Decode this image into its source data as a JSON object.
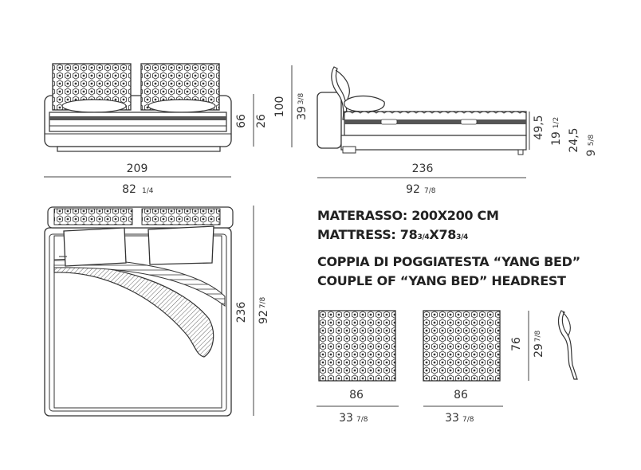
{
  "front_view": {
    "width_cm": "209",
    "width_in_whole": "82",
    "width_in_frac": "1/4",
    "height1_cm": "66",
    "height2_cm": "26"
  },
  "side_view": {
    "height_total_cm": "100",
    "height_total_in_whole": "39",
    "height_total_in_frac": "3/8",
    "depth_cm": "236",
    "depth_in_whole": "92",
    "depth_in_frac": "7/8",
    "mattress_top_cm": "49,5",
    "mattress_top_in_whole": "19",
    "mattress_top_in_frac": "1/2",
    "base_height_cm": "24,5",
    "base_height_in_whole": "9",
    "base_height_in_frac": "5/8"
  },
  "top_view": {
    "depth_cm": "236",
    "depth_in_whole": "92",
    "depth_in_frac": "7/8"
  },
  "mattress": {
    "line_it": "MATERASSO: 200X200 CM",
    "line_en_prefix": "MATTRESS: 78",
    "line_en_frac1": "3/4",
    "line_en_x": "X78",
    "line_en_frac2": "3/4"
  },
  "headrest": {
    "line_it": "COPPIA DI POGGIATESTA “YANG BED”",
    "line_en": "COUPLE OF “YANG BED” HEADREST",
    "width_cm_left": "86",
    "width_in_left_whole": "33",
    "width_in_left_frac": "7/8",
    "width_cm_right": "86",
    "width_in_right_whole": "33",
    "width_in_right_frac": "7/8",
    "height_cm": "76",
    "height_in_whole": "29",
    "height_in_frac": "7/8"
  }
}
